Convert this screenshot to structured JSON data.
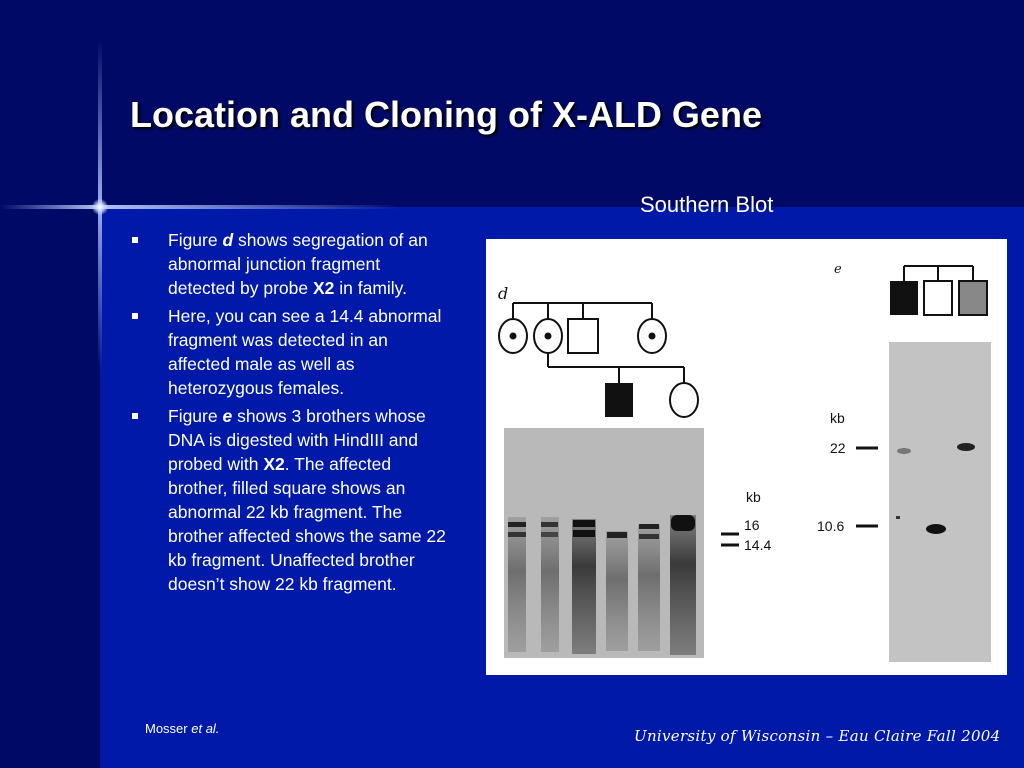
{
  "slide": {
    "title": "Location and Cloning of X-ALD Gene",
    "figure_label": "Southern Blot"
  },
  "bullets": [
    {
      "part1": "Figure ",
      "letter": "d",
      "part2": "  shows segregation of an abnormal junction fragment detected by probe ",
      "probe": "X2",
      "part3": " in family."
    },
    {
      "text": "Here, you can see a 14.4 abnormal fragment was detected in an affected male as well as heterozygous females."
    },
    {
      "part1": "Figure ",
      "letter": "e",
      "part2": " shows 3 brothers whose DNA is digested with HindIII and probed with ",
      "probe": "X2",
      "part3": ". The affected brother, filled square shows an abnormal 22 kb fragment.  The brother affected shows the same 22 kb fragment.  Unaffected brother doesn’t show 22 kb fragment."
    }
  ],
  "figure": {
    "panel_d": {
      "letter": "d",
      "unit": "kb",
      "markers": [
        "16",
        "14.4"
      ]
    },
    "panel_e": {
      "letter": "e",
      "unit": "kb",
      "markers": [
        "22",
        "10.6"
      ]
    }
  },
  "credit": {
    "name": "Mosser ",
    "etal": "et al."
  },
  "footer": {
    "text": "University of Wisconsin – Eau Claire  Fall 2004"
  },
  "colors": {
    "background": "#000c6e",
    "panel": "#0019a8",
    "text": "#ffffff"
  }
}
